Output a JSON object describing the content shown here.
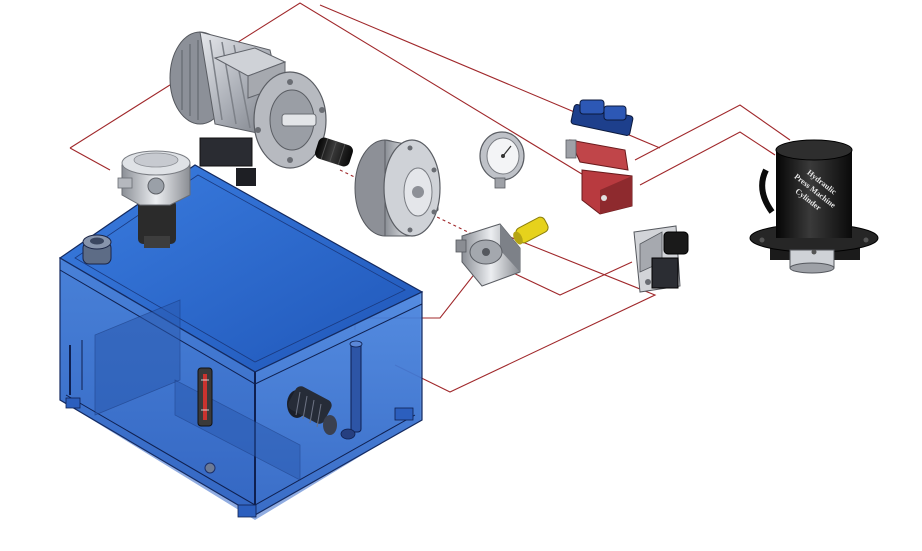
{
  "diagram": {
    "components": [
      {
        "id": "electric-motor"
      },
      {
        "id": "shaft-coupling"
      },
      {
        "id": "bell-housing"
      },
      {
        "id": "return-filter"
      },
      {
        "id": "pressure-gauge"
      },
      {
        "id": "gear-pump"
      },
      {
        "id": "suction-strainer"
      },
      {
        "id": "relief-valve"
      },
      {
        "id": "directional-valve-top"
      },
      {
        "id": "directional-valve-bottom"
      },
      {
        "id": "hydraulic-cylinder"
      },
      {
        "id": "oil-reservoir"
      },
      {
        "id": "level-gauge"
      },
      {
        "id": "suction-filter"
      },
      {
        "id": "return-pipe"
      },
      {
        "id": "breather-cap"
      }
    ],
    "cylinder_label": [
      "Hydraulic",
      "Press Machine",
      "Cylinder"
    ],
    "colors": {
      "reservoir_fill": "#2f6fd0",
      "reservoir_edge": "#1b2f6a",
      "connection_line": "#a0282b",
      "motor_metal": "#b9bcc3",
      "cylinder_black": "#141414",
      "valve_red": "#b83a3f",
      "strainer_yellow": "#e6d21c"
    }
  }
}
